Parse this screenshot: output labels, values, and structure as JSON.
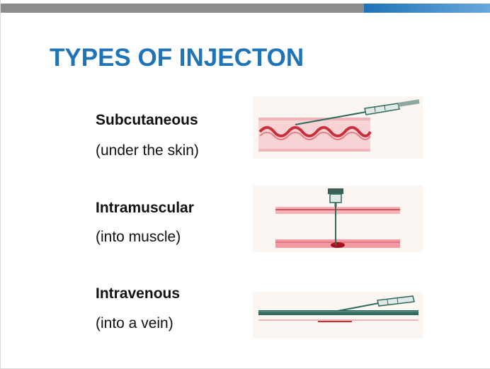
{
  "slide": {
    "title": "TYPES OF INJECTON",
    "items": [
      {
        "name": "Subcutaneous",
        "description": "(under the skin)",
        "icon": "subcutaneous-injection-illustration"
      },
      {
        "name": "Intramuscular",
        "description": "(into muscle)",
        "icon": "intramuscular-injection-illustration"
      },
      {
        "name": "Intravenous",
        "description": "(into a vein)",
        "icon": "intravenous-injection-illustration"
      }
    ]
  },
  "colors": {
    "title": "#1f73b7",
    "top_bar_grey": "#8c8c8c",
    "top_bar_blue": "#1f73b7",
    "skin_pink": "#f4b3b8",
    "tissue_red": "#c8303b",
    "needle_green": "#2e6b5e"
  }
}
